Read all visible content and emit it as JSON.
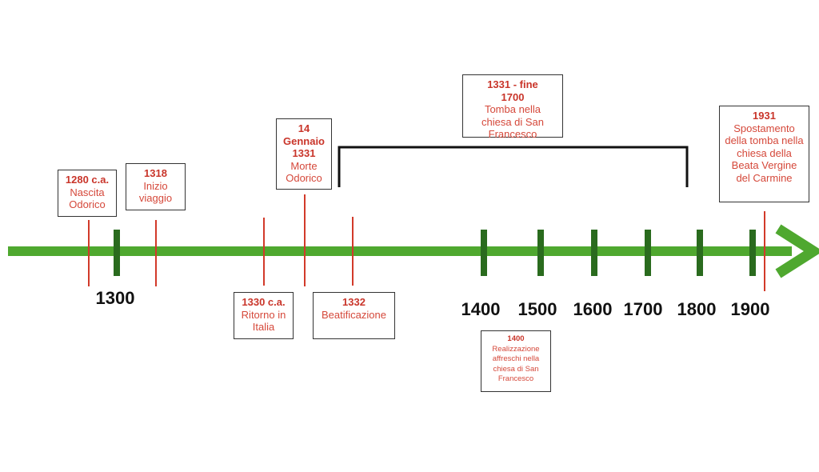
{
  "timeline": {
    "years": [
      "1300",
      "1400",
      "1500",
      "1600",
      "1700",
      "1800",
      "1900"
    ],
    "events": [
      {
        "date": "1280 c.a.",
        "text": "Nascita Odorico"
      },
      {
        "date": "1318",
        "text": "Inizio viaggio"
      },
      {
        "date": "14 Gennaio 1331",
        "text": "Morte Odorico"
      },
      {
        "date": "1330 c.a.",
        "text": "Ritorno in Italia"
      },
      {
        "date": "1332",
        "text": "Beatificazione"
      },
      {
        "date": "1331 - fine 1700",
        "text": "Tomba nella chiesa di San Francesco"
      },
      {
        "date": "1931",
        "text": "Spostamento della tomba nella chiesa della Beata Vergine del Carmine"
      },
      {
        "date": "1400",
        "text": "Realizzazione affreschi nella chiesa di San Francesco"
      }
    ]
  },
  "colors": {
    "axis": "#4fa82f",
    "tick": "#2a6b1e",
    "event": "#d23a2a"
  }
}
